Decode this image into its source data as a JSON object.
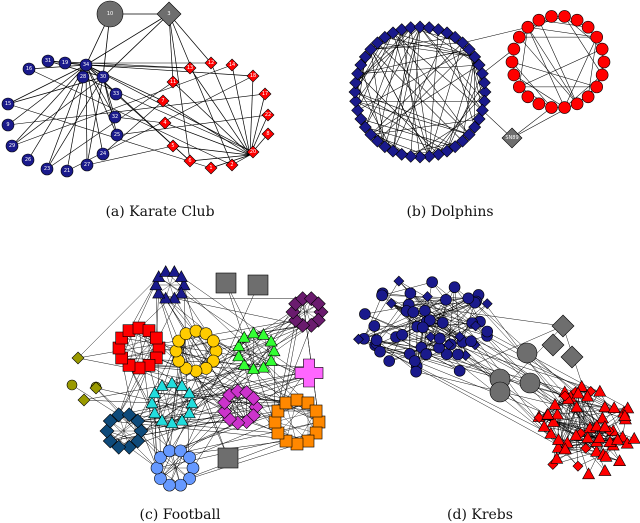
{
  "captions": {
    "a": "(a) Karate Club",
    "b": "(b) Dolphins",
    "c": "(c) Football",
    "d": "(d) Krebs"
  },
  "colors": {
    "blue": "#1a1a8c",
    "red": "#ff0000",
    "gray": "#6e6e6e",
    "edge": "#000000"
  },
  "karate": {
    "gray_labels": [
      "10",
      "3"
    ],
    "blue_labels": [
      "31",
      "16",
      "34",
      "19",
      "15",
      "9",
      "29",
      "26",
      "23",
      "21",
      "27",
      "24",
      "30",
      "33",
      "32",
      "28",
      "25"
    ],
    "red_labels": [
      "13",
      "12",
      "14",
      "18",
      "17",
      "11",
      "7",
      "4",
      "5",
      "6",
      "22",
      "8",
      "20",
      "2",
      "1"
    ]
  },
  "dolphins": {
    "gray_labels": [
      "SN89"
    ]
  },
  "football": {
    "cluster_colors": [
      "#1a1a8c",
      "#ff0000",
      "#ffcc00",
      "#33ff33",
      "#6a1b6e",
      "#ff66ff",
      "#9a9a00",
      "#22dddd",
      "#cc33cc",
      "#ff8800",
      "#0e4a7a",
      "#6699ff"
    ]
  }
}
